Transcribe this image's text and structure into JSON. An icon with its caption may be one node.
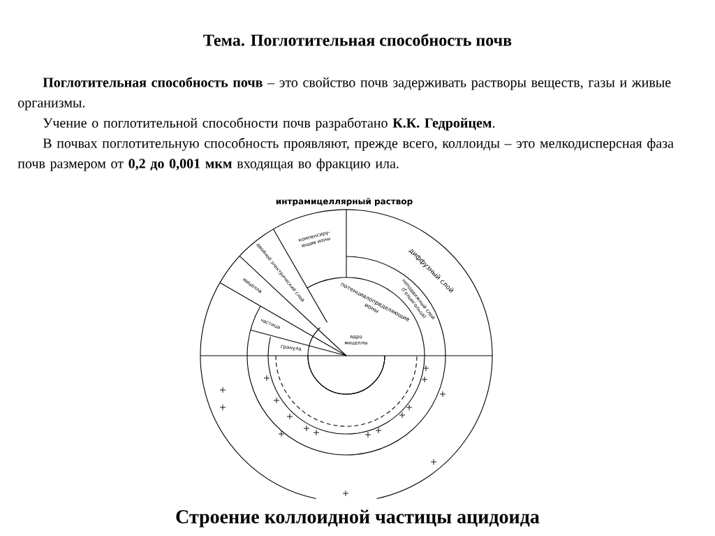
{
  "diagram": {
    "title": "Тема. Поглотительная способность почв",
    "caption": "Строение коллоидной частицы ацидоида",
    "nodes": [
      {
        "text": [
          "компенсиру- ющие ионы"
        ]
      },
      {
        "text": [
          "двойной электрический слой"
        ]
      },
      {
        "text": [
          "мицелла"
        ]
      },
      {
        "text": [
          "диффузный слой"
        ]
      },
      {
        "text": [
          "неподвижный слой (Гельмгольца)"
        ]
      },
      {
        "text": [
          "потенциалопределяющие ионы"
        ]
      },
      {
        "text": [
          "частица"
        ]
      },
      {
        "text": [
          "ядро мицеллы"
        ]
      },
      {
        "text": [
          "гранула"
        ]
      }
    ],
    "labels": [
      "**Поглотительная способность почв** – это свойство почв задерживать растворы веществ, газы и живые организмы.",
      "Учение о поглотительной способности почв разработано **К.К. Гедройцем**.",
      "В почвах поглотительную способность проявляют, прежде всего, коллоиды – это мелкодисперсная фаза почв размером от **0,2 до 0,001 мкм** входящая во фракцию ила.",
      "интрамицеллярный раствор"
    ]
  }
}
